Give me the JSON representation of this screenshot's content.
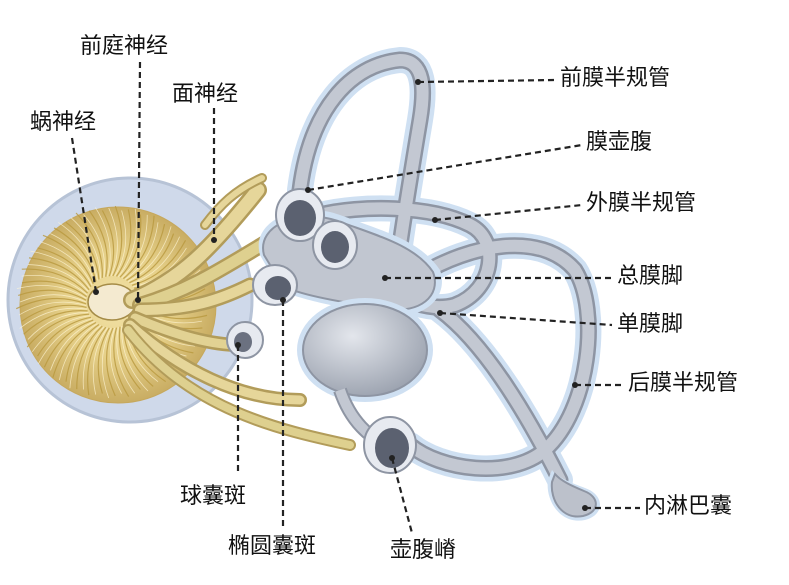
{
  "labels": {
    "vestibular_nerve": "前庭神经",
    "facial_nerve": "面神经",
    "cochlear_nerve": "蜗神经",
    "anterior_canal": "前膜半规管",
    "ampulla": "膜壶腹",
    "lateral_canal": "外膜半规管",
    "common_crus": "总膜脚",
    "simple_crus": "单膜脚",
    "posterior_canal": "后膜半规管",
    "saccular_macula": "球囊斑",
    "utricular_macula": "椭圆囊斑",
    "ampullary_crest": "壶腹嵴",
    "endolymphatic_sac": "内淋巴囊"
  },
  "colors": {
    "membrane": "#b9bfca",
    "membrane_edge": "#8e95a3",
    "halo": "#cfe0f2",
    "nerve": "#d9c88c",
    "nerve_edge": "#b29c5a",
    "cochlea_disk": "#cfd3dc",
    "cochlea_fibers": "#d8c27a",
    "leader_line": "#222222"
  }
}
